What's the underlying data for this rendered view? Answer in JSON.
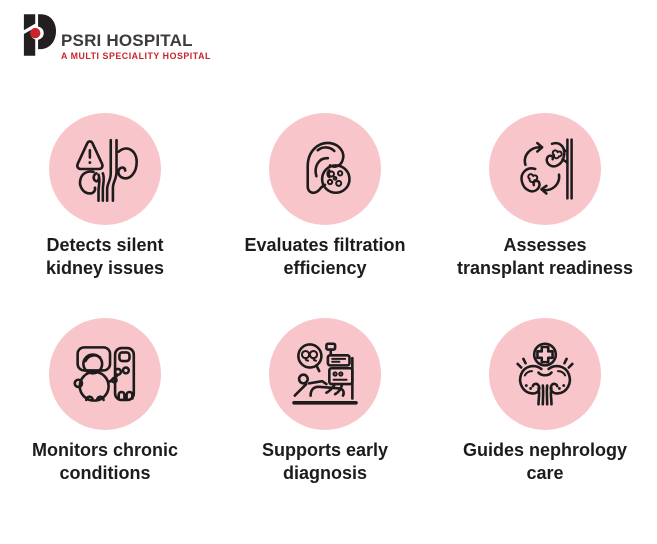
{
  "header": {
    "logo": {
      "title": "PSRI HOSPITAL",
      "tagline": "A MULTI SPECIALITY HOSPITAL"
    }
  },
  "colors": {
    "background": "#ffffff",
    "circle_background": "#f8c6ca",
    "icon_stroke": "#1d1b1c",
    "label_text": "#1d1b1c",
    "logo_title": "#3e3a3b",
    "logo_accent_red": "#c9242b"
  },
  "features": [
    {
      "id": "detects-silent-kidney-issues",
      "icon": "kidney-warning-icon",
      "lines": [
        "Detects silent",
        "kidney issues"
      ]
    },
    {
      "id": "evaluates-filtration-efficiency",
      "icon": "kidney-filter-icon",
      "lines": [
        "Evaluates filtration",
        "efficiency"
      ]
    },
    {
      "id": "assesses-transplant-readiness",
      "icon": "kidney-exchange-icon",
      "lines": [
        "Assesses",
        "transplant readiness"
      ]
    },
    {
      "id": "monitors-chronic-conditions",
      "icon": "patient-dialysis-machine-icon",
      "lines": [
        "Monitors chronic",
        "conditions"
      ]
    },
    {
      "id": "supports-early-diagnosis",
      "icon": "patient-examination-icon",
      "lines": [
        "Supports early",
        "diagnosis"
      ]
    },
    {
      "id": "guides-nephrology-care",
      "icon": "kidneys-medical-cross-icon",
      "lines": [
        "Guides nephrology",
        "care"
      ]
    }
  ]
}
